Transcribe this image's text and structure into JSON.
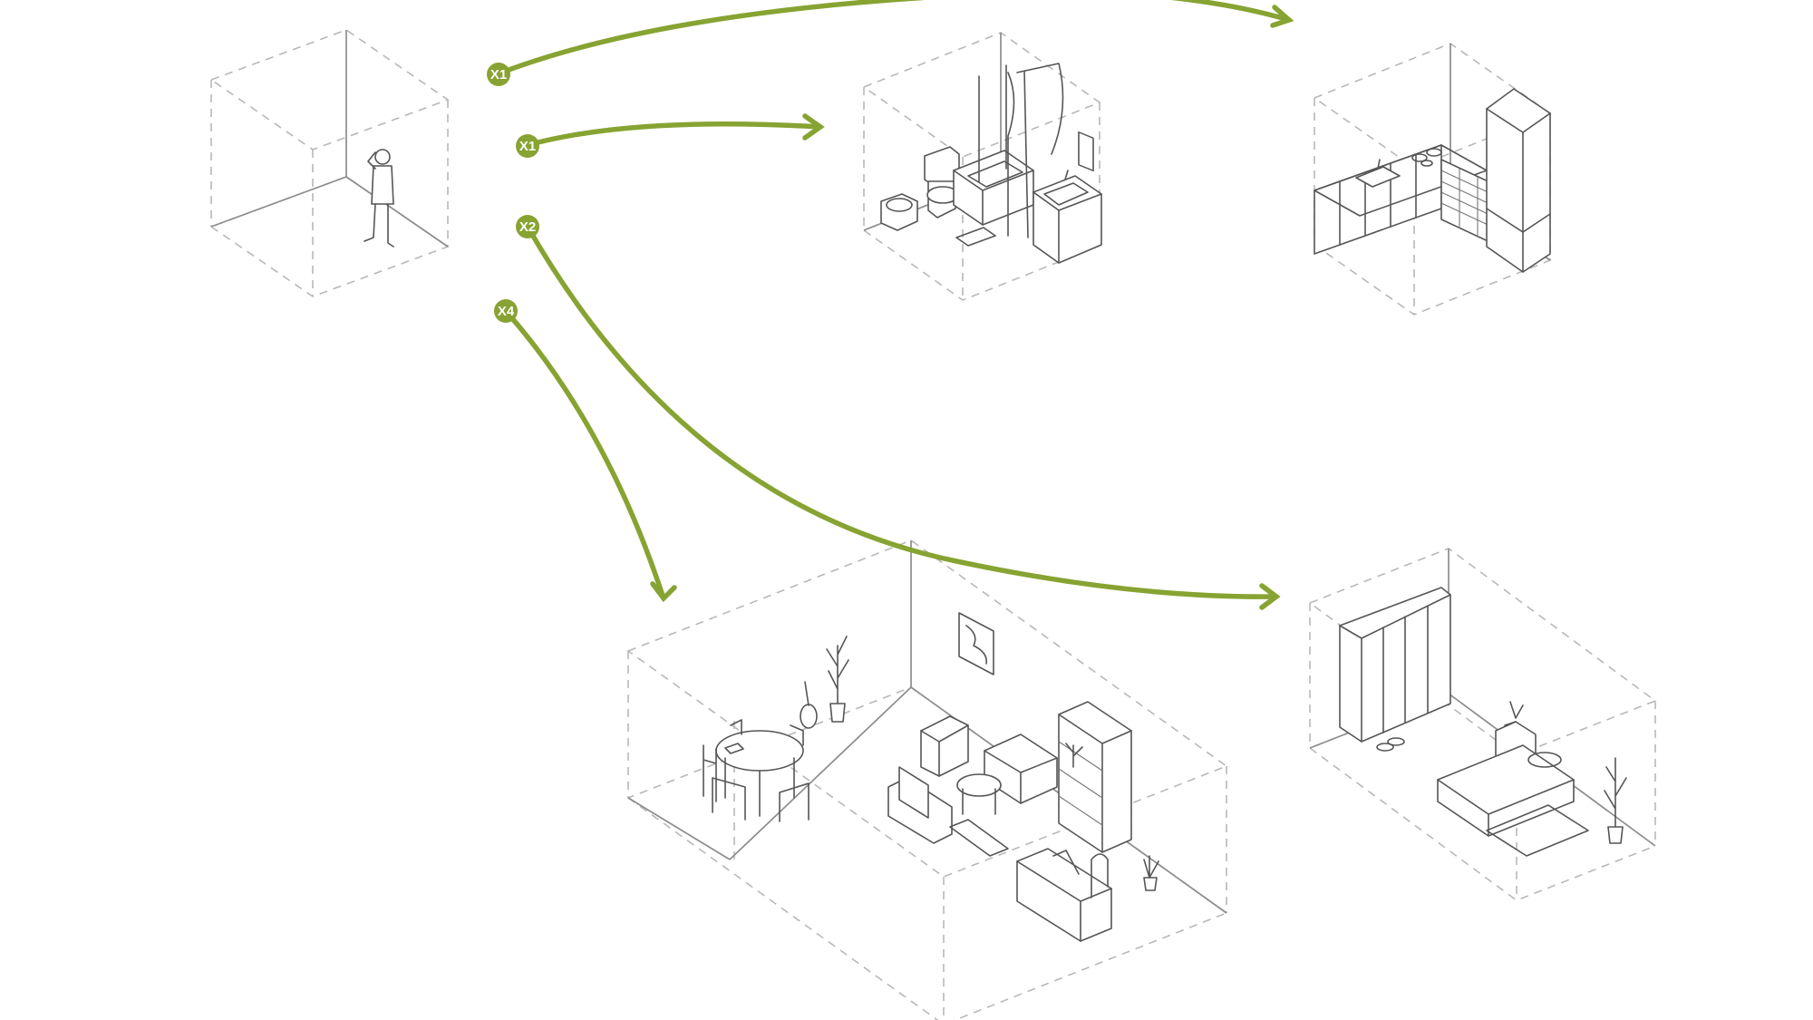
{
  "colors": {
    "accent": "#87a332",
    "line": "#555555",
    "dashed": "#b8b8b8"
  },
  "badges": [
    {
      "id": "kitchen",
      "label": "X1"
    },
    {
      "id": "bathroom",
      "label": "X1"
    },
    {
      "id": "bedroom",
      "label": "X2"
    },
    {
      "id": "living",
      "label": "X4"
    }
  ],
  "rooms": [
    {
      "id": "empty-room",
      "icon": "person-icon"
    },
    {
      "id": "bathroom",
      "icon": "toilet-icon"
    },
    {
      "id": "kitchen",
      "icon": "stove-icon"
    },
    {
      "id": "living-room",
      "icon": "sofa-icon"
    },
    {
      "id": "bedroom",
      "icon": "bed-icon"
    }
  ]
}
